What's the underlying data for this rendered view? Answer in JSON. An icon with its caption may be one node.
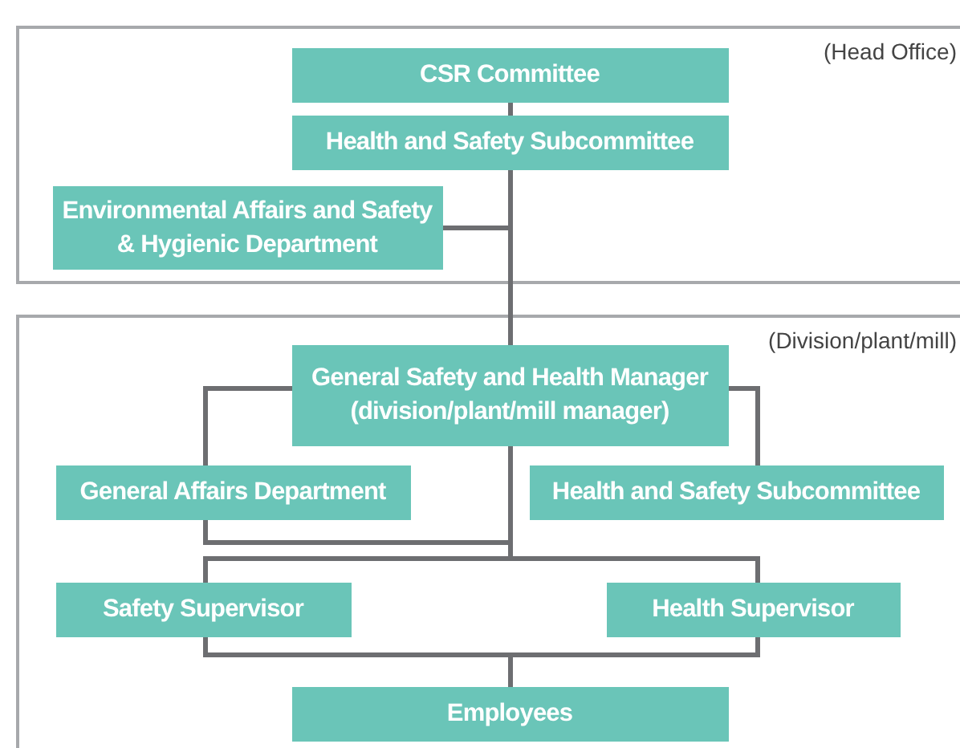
{
  "diagram": {
    "nodes": [
      {
        "text": [
          "(Head Office)"
        ]
      },
      {
        "text": [
          "CSR Committee"
        ],
        "in": 0
      },
      {
        "text": [
          "Health and Safety Subcommittee"
        ],
        "in": 0
      },
      {
        "text": [
          "Environmental Affairs and Safety & Hygienic Department"
        ],
        "in": 0
      },
      {
        "text": [
          "(Division/plant/mill)"
        ]
      },
      {
        "text": [
          "General Safety and Health Manager (division/plant/mill manager)"
        ],
        "in": 4
      },
      {
        "text": [
          "General Affairs Department"
        ],
        "in": 4
      },
      {
        "text": [
          "Health and Safety Subcommittee"
        ],
        "in": 4
      },
      {
        "text": [
          "Safety Supervisor"
        ],
        "in": 4
      },
      {
        "text": [
          "Health Supervisor"
        ],
        "in": 4
      },
      {
        "text": [
          "Employees"
        ],
        "in": 4
      }
    ],
    "edges": [
      {
        "from": 1,
        "to": 2,
        "arrow": "none"
      },
      {
        "from": 2,
        "to": 3,
        "arrow": "none"
      },
      {
        "from": 2,
        "to": 5,
        "arrow": "none"
      },
      {
        "from": 5,
        "to": 6,
        "arrow": "none"
      },
      {
        "from": 5,
        "to": 7,
        "arrow": "none"
      },
      {
        "from": 5,
        "to": 8,
        "arrow": "none"
      },
      {
        "from": 5,
        "to": 9,
        "arrow": "none"
      },
      {
        "from": 8,
        "to": 10,
        "arrow": "none"
      },
      {
        "from": 9,
        "to": 10,
        "arrow": "none"
      },
      {
        "from": 6,
        "to": 5,
        "arrow": "none"
      }
    ]
  }
}
